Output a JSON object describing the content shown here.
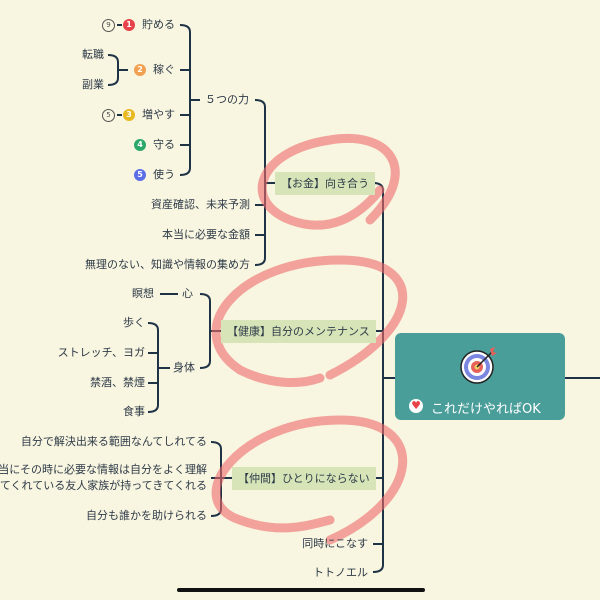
{
  "money": {
    "label": "【お金】向き合う",
    "five": "５つの力",
    "powers": [
      {
        "num": "1",
        "label": "貯める",
        "color": "#e8434a",
        "count": "9"
      },
      {
        "num": "2",
        "label": "稼ぐ",
        "color": "#f0a050",
        "children": [
          "転職",
          "副業"
        ]
      },
      {
        "num": "3",
        "label": "増やす",
        "color": "#e8b820",
        "count": "5"
      },
      {
        "num": "4",
        "label": "守る",
        "color": "#2aa86a"
      },
      {
        "num": "5",
        "label": "使う",
        "color": "#5a6ee8"
      }
    ],
    "items": [
      "資産確認、未来予測",
      "本当に必要な金額",
      "無理のない、知識や情報の集め方"
    ]
  },
  "health": {
    "label": "【健康】自分のメンテナンス",
    "mind": "心",
    "mind_child": "瞑想",
    "body": "身体",
    "body_children": [
      "歩く",
      "ストレッチ、ヨガ",
      "禁酒、禁煙",
      "食事"
    ]
  },
  "friends": {
    "label": "【仲間】ひとりにならない",
    "items": [
      "自分で解決出来る範囲なんてしれてる",
      "本当にその時に必要な情報は自分をよく理解",
      "してくれている友人家族が持ってきてくれる",
      "自分も誰かを助けられる"
    ]
  },
  "others": [
    "同時にこなす",
    "トトノエル"
  ],
  "center": {
    "label": "これだけやればOK",
    "icon": "target-icon",
    "color": "#4a9e9a"
  }
}
